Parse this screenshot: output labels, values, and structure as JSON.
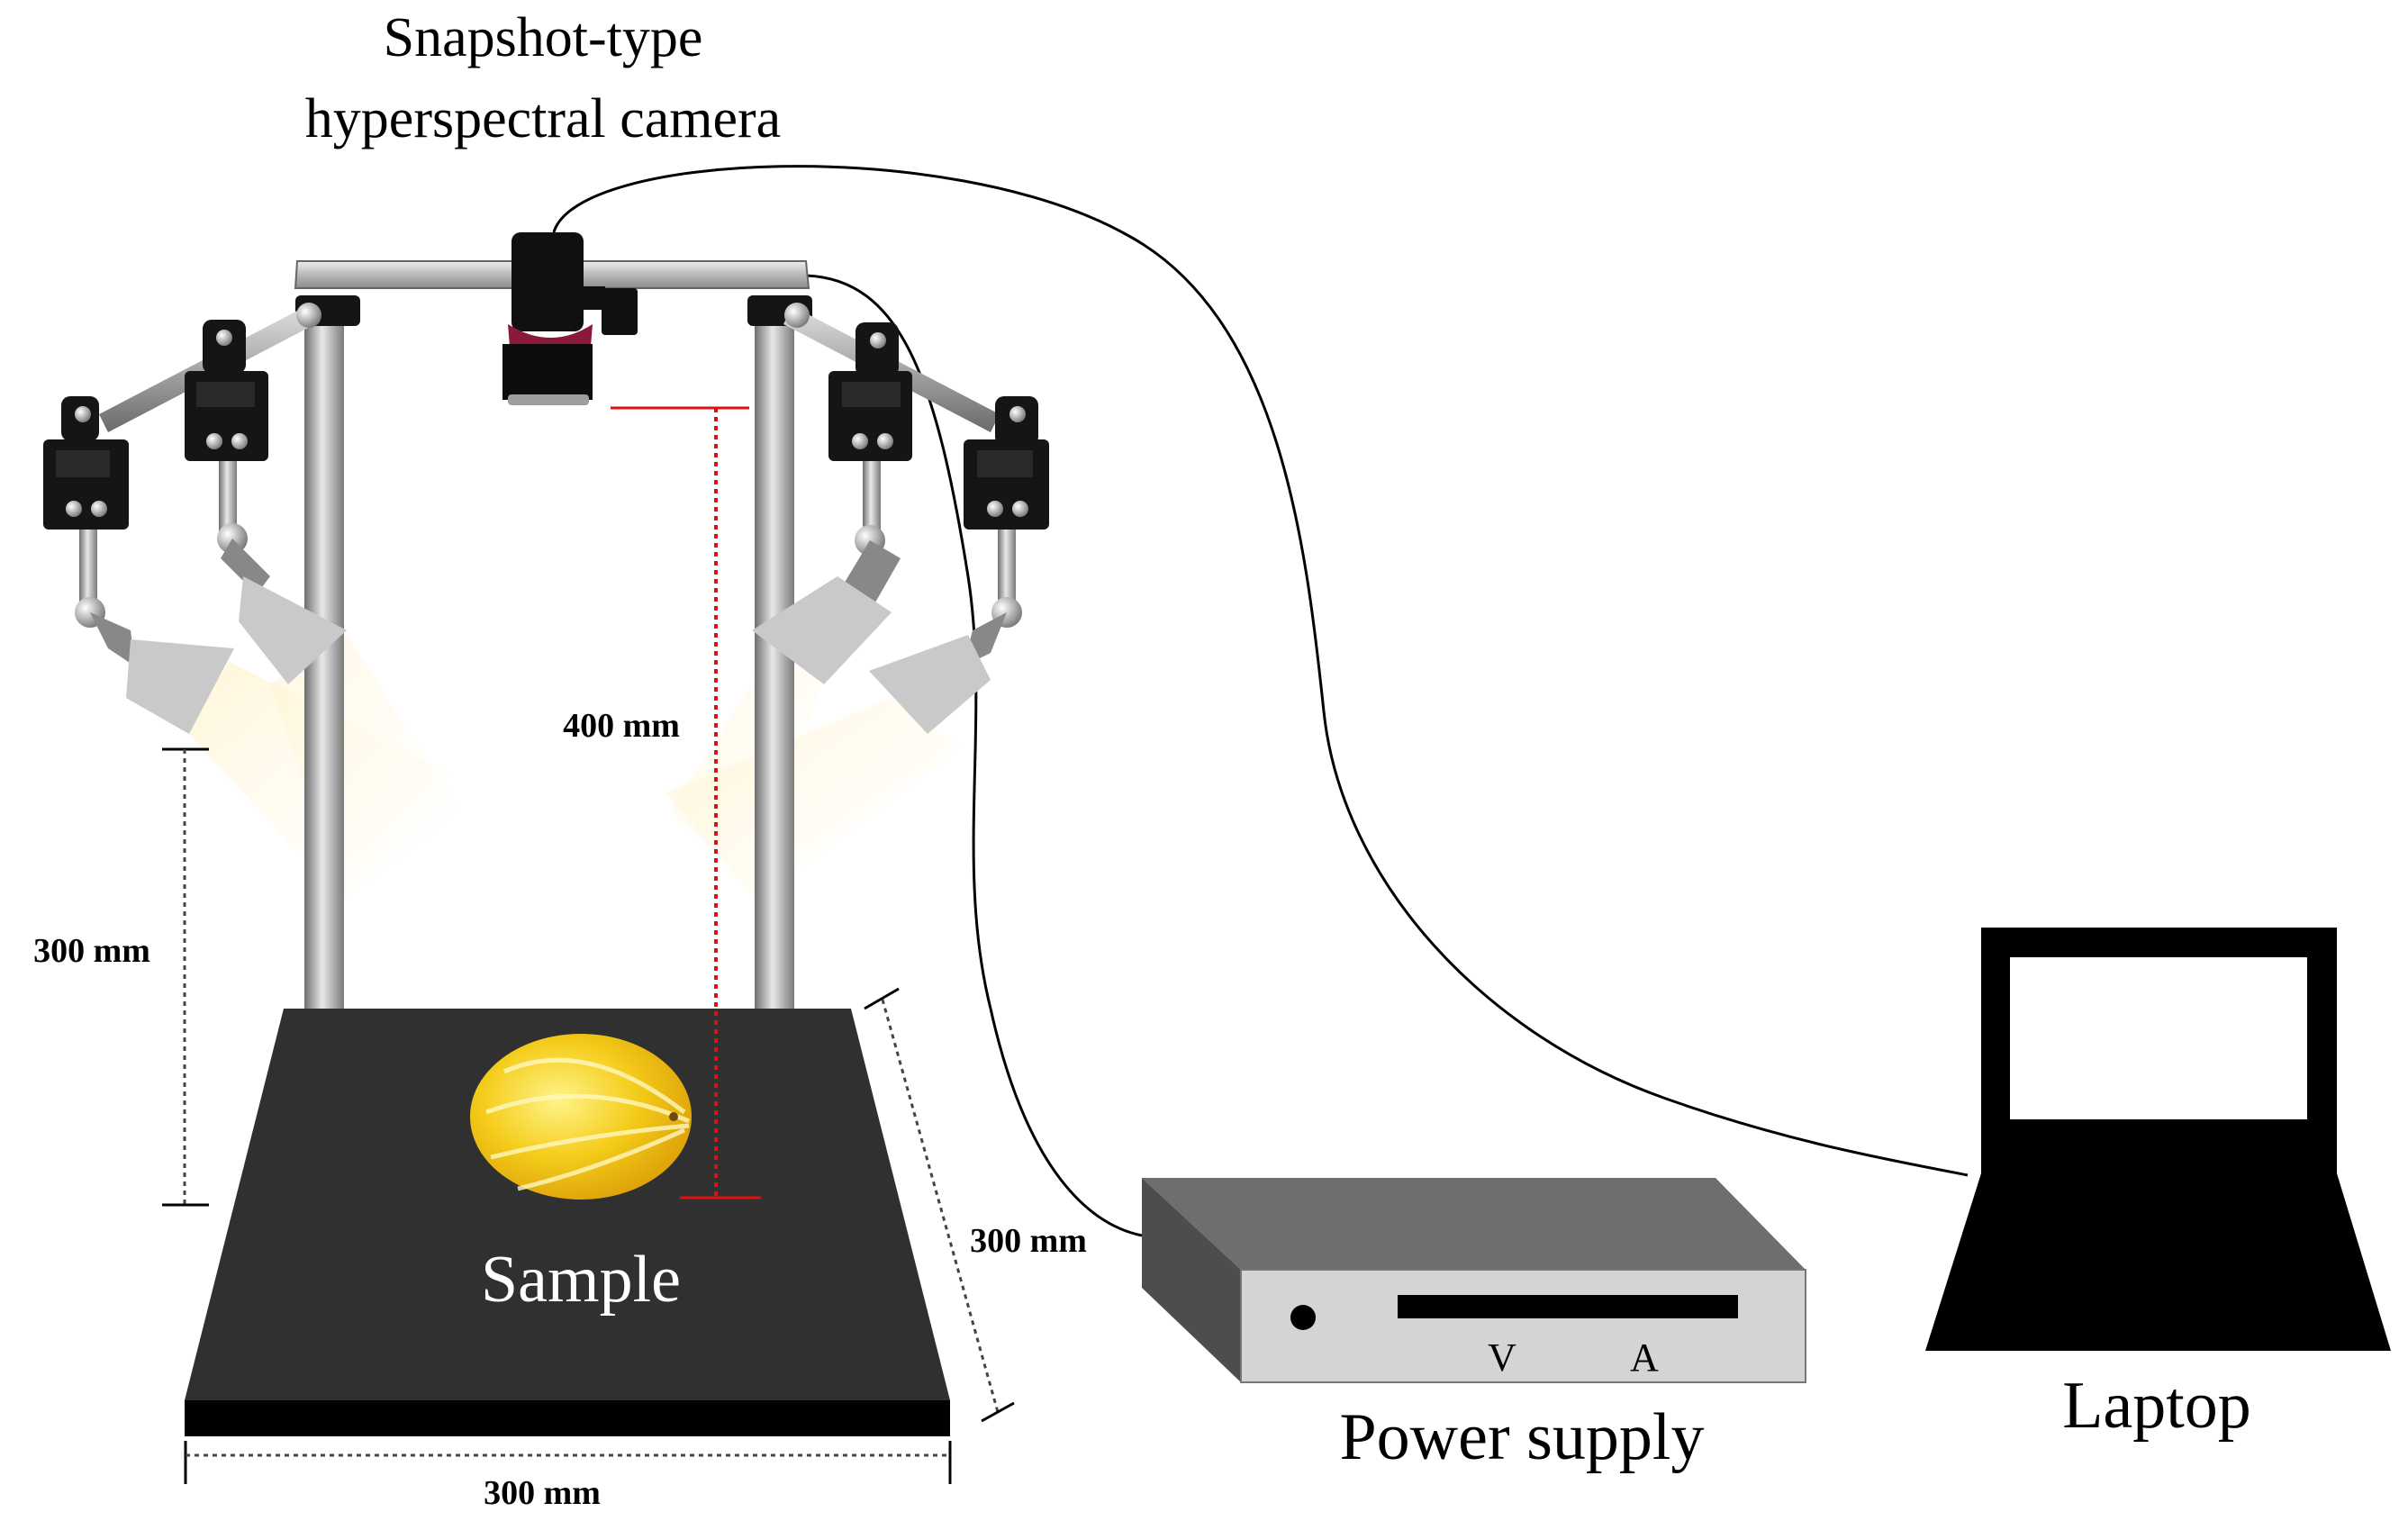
{
  "labels": {
    "camera_line1": "Snapshot-type",
    "camera_line2": "hyperspectral camera",
    "sample": "Sample",
    "power_supply": "Power supply",
    "laptop": "Laptop",
    "volt": "V",
    "amp": "A"
  },
  "dimensions": {
    "camera_to_sample": "400 mm",
    "light_height": "300 mm",
    "stage_depth": "300 mm",
    "stage_width": "300 mm"
  },
  "colors": {
    "frame": "#9a9a9a",
    "stage": "#303030",
    "sample": "#f2c619",
    "camera_ring": "#8b1a3a",
    "measure_red": "#e01010",
    "light_beam": "#fff6d8"
  }
}
